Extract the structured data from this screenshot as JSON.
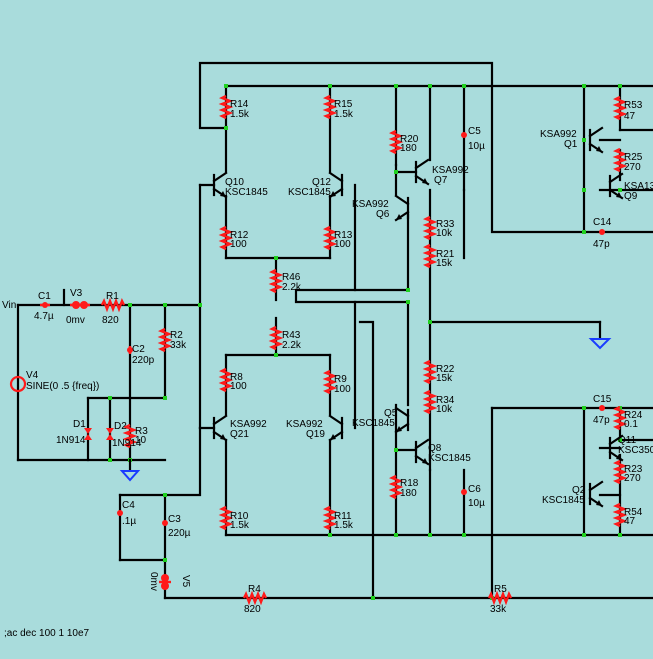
{
  "command": ";ac dec 100 1 10e7",
  "vin_label": "Vin",
  "colors": {
    "background": "#a9dcdc",
    "component": "#ff1a1a",
    "ground": "#1a3cff",
    "node": "#22d022",
    "wire": "#000000"
  },
  "components": {
    "C1": {
      "ref": "C1",
      "value": "4.7µ"
    },
    "V3": {
      "ref": "V3",
      "value": "0mv"
    },
    "R1": {
      "ref": "R1",
      "value": "820"
    },
    "R2": {
      "ref": "R2",
      "value": "33k"
    },
    "C2": {
      "ref": "C2",
      "value": "220p"
    },
    "V4": {
      "ref": "V4",
      "value": "SINE(0 .5 {freq})"
    },
    "D1": {
      "ref": "D1",
      "value": "1N914"
    },
    "D2": {
      "ref": "D2",
      "value": "1N914"
    },
    "R3": {
      "ref": "R3",
      "value": "10"
    },
    "C4": {
      "ref": "C4",
      "value": ".1µ"
    },
    "C3": {
      "ref": "C3",
      "value": "220µ"
    },
    "V5": {
      "ref": "V5",
      "value": "0mv"
    },
    "R4": {
      "ref": "R4",
      "value": "820"
    },
    "R5": {
      "ref": "R5",
      "value": "33k"
    },
    "R14": {
      "ref": "R14",
      "value": "1.5k"
    },
    "R15": {
      "ref": "R15",
      "value": "1.5k"
    },
    "Q10": {
      "ref": "Q10",
      "value": "KSC1845"
    },
    "Q12": {
      "ref": "Q12",
      "value": "KSC1845"
    },
    "R12": {
      "ref": "R12",
      "value": "100"
    },
    "R13": {
      "ref": "R13",
      "value": "100"
    },
    "R46": {
      "ref": "R46",
      "value": "2.2k"
    },
    "R43": {
      "ref": "R43",
      "value": "2.2k"
    },
    "R8": {
      "ref": "R8",
      "value": "100"
    },
    "R9": {
      "ref": "R9",
      "value": "100"
    },
    "Q21": {
      "ref": "Q21",
      "value": "KSA992"
    },
    "Q19": {
      "ref": "Q19",
      "value": "KSA992"
    },
    "R10": {
      "ref": "R10",
      "value": "1.5k"
    },
    "R11": {
      "ref": "R11",
      "value": "1.5k"
    },
    "R20": {
      "ref": "R20",
      "value": "180"
    },
    "C5": {
      "ref": "C5",
      "value": "10µ"
    },
    "Q7": {
      "ref": "Q7",
      "value": "KSA992"
    },
    "Q6": {
      "ref": "Q6",
      "value": "KSA992"
    },
    "R33": {
      "ref": "R33",
      "value": "10k"
    },
    "R21": {
      "ref": "R21",
      "value": "15k"
    },
    "R22": {
      "ref": "R22",
      "value": "15k"
    },
    "R34": {
      "ref": "R34",
      "value": "10k"
    },
    "Q5": {
      "ref": "Q5",
      "value": "KSC1845"
    },
    "Q8": {
      "ref": "Q8",
      "value": "KSC1845"
    },
    "R18": {
      "ref": "R18",
      "value": "180"
    },
    "C6": {
      "ref": "C6",
      "value": "10µ"
    },
    "R53": {
      "ref": "R53",
      "value": "47"
    },
    "Q1": {
      "ref": "Q1",
      "value": "KSA992"
    },
    "R25": {
      "ref": "R25",
      "value": "270"
    },
    "Q9": {
      "ref": "Q9",
      "value": "KSA13"
    },
    "C14": {
      "ref": "C14",
      "value": "47p"
    },
    "C15": {
      "ref": "C15",
      "value": "47p"
    },
    "R24": {
      "ref": "R24",
      "value": "0.1"
    },
    "Q11": {
      "ref": "Q11",
      "value": "KSC350"
    },
    "R23": {
      "ref": "R23",
      "value": "270"
    },
    "Q2": {
      "ref": "Q2",
      "value": "KSC1845"
    },
    "R54": {
      "ref": "R54",
      "value": "47"
    }
  }
}
